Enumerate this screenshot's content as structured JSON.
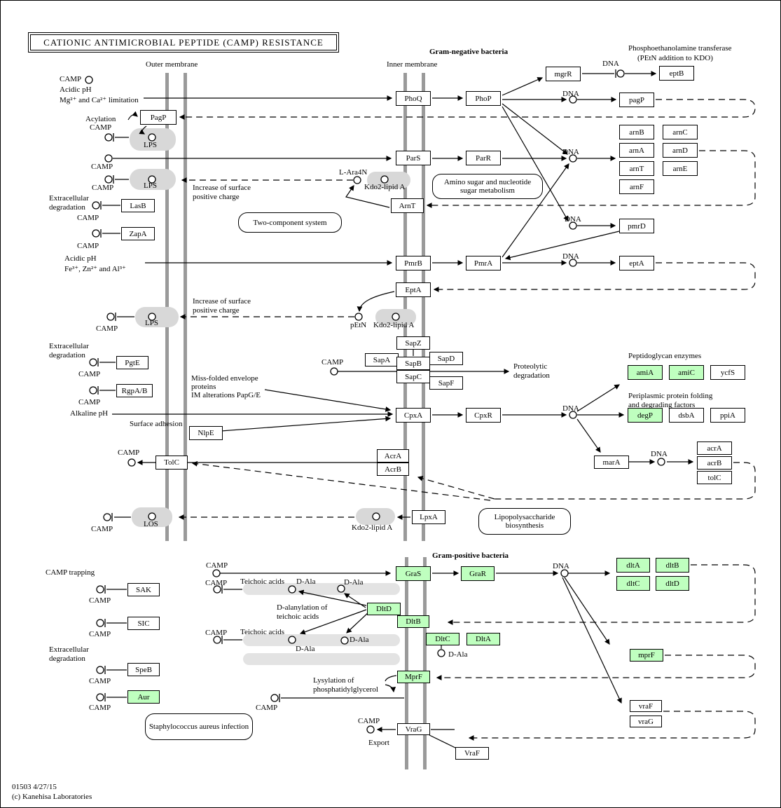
{
  "title": "CATIONIC  ANTIMICROBIAL  PEPTIDE  (CAMP)  RESISTANCE",
  "footer": {
    "map_id": "01503 4/27/15",
    "copyright": "(c) Kanehisa Laboratories"
  },
  "sections": {
    "gram_negative": "Gram-negative bacteria",
    "gram_positive": "Gram-positive bacteria"
  },
  "membranes": {
    "outer": "Outer membrane",
    "inner": "Inner membrane"
  },
  "tokens": {
    "camp": "CAMP",
    "dna": "DNA",
    "lps": "LPS",
    "los": "LOS",
    "d_ala": "D-Ala",
    "kdo2_lipid_a": "Kdo2-lipid A",
    "l_ara4n": "L-Ara4N",
    "petn": "pEtN",
    "teichoic_acids": "Teichoic acids",
    "export": "Export"
  },
  "labels": {
    "acidic_ph": "Acidic pH",
    "mg_ca_limitation": "Mg²⁺ and Ca²⁺  limitation",
    "fe_zn_al": "Fe³⁺, Zn²⁺ and Al³⁺",
    "acylation": "Acylation",
    "extracellular_degradation": "Extracellular degradation",
    "increase_surface_charge": "Increase of surface positive charge",
    "phosphoethanolamine_1": "Phosphoethanolamine transferase",
    "phosphoethanolamine_2": "(PEtN addition to KDO)",
    "proteolytic": "Proteolytic degradation",
    "peptidoglycan_enzymes": "Peptidoglycan enzymes",
    "periplasmic_factors": "Periplasmic protein folding and degrading factors",
    "alkaline_ph": "Alkaline pH",
    "missfolded_1": "Miss-folded envelope",
    "missfolded_2": "proteins",
    "missfolded_3": "IM alterations PapG/E",
    "surface_adhesion": "Surface adhesion",
    "camp_trapping": "CAMP trapping",
    "d_alanylation": "D-alanylation of teichoic acids",
    "lysylation": "Lysylation of phosphatidylglycerol"
  },
  "pathways": {
    "two_component": "Two-component system",
    "amino_sugar": "Amino sugar and nucleotide sugar metabolism",
    "lps_biosynthesis": "Lipopolysaccharide biosynthesis",
    "staph_infection": "Staphylococcus aureus infection"
  },
  "nodes": {
    "phoQ": "PhoQ",
    "phoP": "PhoP",
    "mgrR": "mgrR",
    "eptB": "eptB",
    "pagP_gene": "pagP",
    "pagP_protein": "PagP",
    "parS": "ParS",
    "parR": "ParR",
    "arnB": "arnB",
    "arnC": "arnC",
    "arnA": "arnA",
    "arnD": "arnD",
    "arnT_gene": "arnT",
    "arnE": "arnE",
    "arnF": "arnF",
    "arnT_protein": "ArnT",
    "lasB": "LasB",
    "zapA": "ZapA",
    "pmrB": "PmrB",
    "pmrA": "PmrA",
    "pmrD": "pmrD",
    "eptA_gene": "eptA",
    "eptA_protein": "EptA",
    "sapZ": "SapZ",
    "sapA": "SapA",
    "sapB": "SapB",
    "sapC": "SapC",
    "sapD": "SapD",
    "sapF": "SapF",
    "pgtE": "PgtE",
    "rgpAB": "RgpA/B",
    "nlpE": "NlpE",
    "cpxA": "CpxA",
    "cpxR": "CpxR",
    "amiA": "amiA",
    "amiC": "amiC",
    "ycfS": "ycfS",
    "degP": "degP",
    "dsbA": "dsbA",
    "ppiA": "ppiA",
    "marA": "marA",
    "acrA_gene": "acrA",
    "acrB_gene": "acrB",
    "tolC_gene": "tolC",
    "tolC_protein": "TolC",
    "acrA_protein": "AcrA",
    "acrB_protein": "AcrB",
    "lpxA": "LpxA",
    "graS": "GraS",
    "graR": "GraR",
    "dltA_gene": "dltA",
    "dltB_gene": "dltB",
    "dltC_gene": "dltC",
    "dltD_gene": "dltD",
    "dltD_protein": "DltD",
    "dltB_protein": "DltB",
    "dltC_protein": "DltC",
    "dltA_protein": "DltA",
    "mprF_gene": "mprF",
    "mprF_protein": "MprF",
    "vraF_gene": "vraF",
    "vraG_gene": "vraG",
    "vraF_protein": "VraF",
    "vraG_protein": "VraG",
    "sak": "SAK",
    "sic": "SIC",
    "speB": "SpeB",
    "aur": "Aur"
  },
  "colors": {
    "highlight": "#BFFFBF",
    "membrane": "#9a9a9a",
    "blob": "#d8d8d8"
  }
}
